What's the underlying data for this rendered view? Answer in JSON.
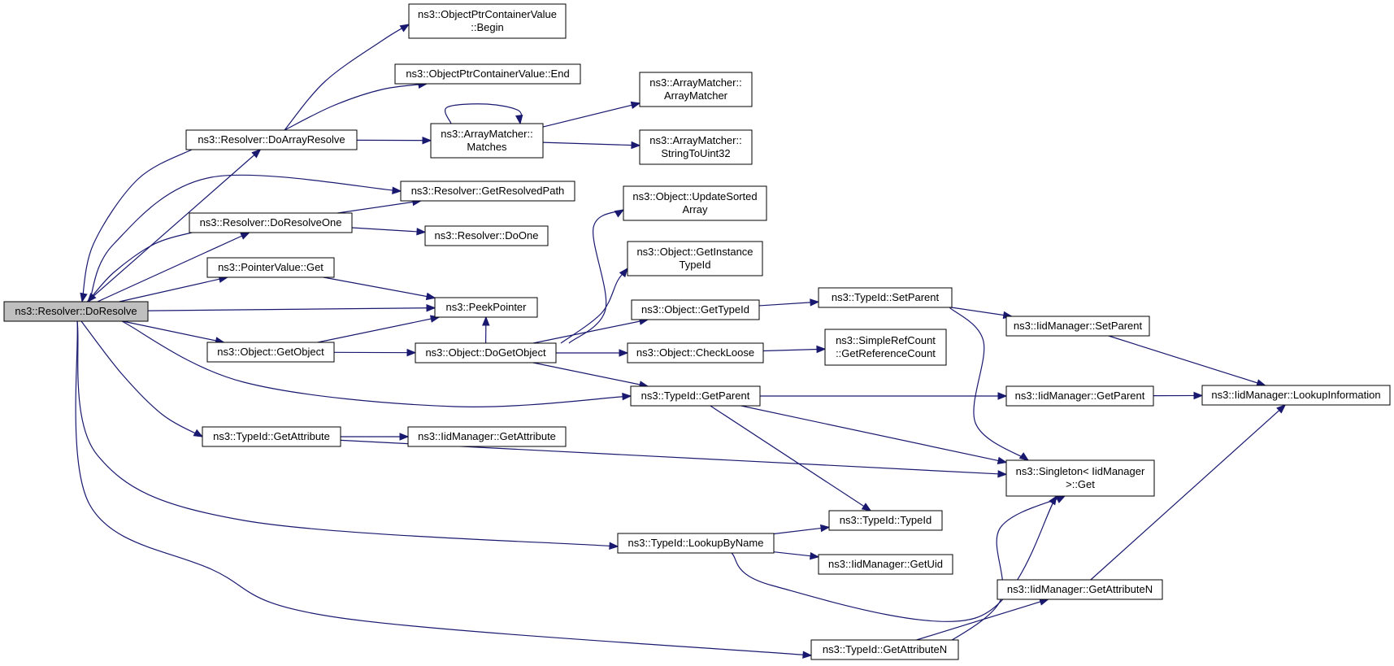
{
  "graph": {
    "edge_color": "#191970",
    "root_fill": "#bfbfbf",
    "nodes": [
      {
        "id": "doresolve",
        "lines": [
          "ns3::Resolver::DoResolve"
        ],
        "root": true
      },
      {
        "id": "ocv_begin",
        "lines": [
          "ns3::ObjectPtrContainerValue",
          "::Begin"
        ]
      },
      {
        "id": "ocv_end",
        "lines": [
          "ns3::ObjectPtrContainerValue::End"
        ]
      },
      {
        "id": "doarrayresolve",
        "lines": [
          "ns3::Resolver::DoArrayResolve"
        ]
      },
      {
        "id": "am_matches",
        "lines": [
          "ns3::ArrayMatcher::",
          "Matches"
        ]
      },
      {
        "id": "am_ctor",
        "lines": [
          "ns3::ArrayMatcher::",
          "ArrayMatcher"
        ]
      },
      {
        "id": "am_stoi",
        "lines": [
          "ns3::ArrayMatcher::",
          "StringToUint32"
        ]
      },
      {
        "id": "getresolvedpath",
        "lines": [
          "ns3::Resolver::GetResolvedPath"
        ]
      },
      {
        "id": "doresolveone",
        "lines": [
          "ns3::Resolver::DoResolveOne"
        ]
      },
      {
        "id": "doone",
        "lines": [
          "ns3::Resolver::DoOne"
        ]
      },
      {
        "id": "pv_get",
        "lines": [
          "ns3::PointerValue::Get"
        ]
      },
      {
        "id": "peekpointer",
        "lines": [
          "ns3::PeekPointer"
        ]
      },
      {
        "id": "updatesorted",
        "lines": [
          "ns3::Object::UpdateSorted",
          "Array"
        ]
      },
      {
        "id": "getinstancetypeid",
        "lines": [
          "ns3::Object::GetInstance",
          "TypeId"
        ]
      },
      {
        "id": "obj_gettypeid",
        "lines": [
          "ns3::Object::GetTypeId"
        ]
      },
      {
        "id": "obj_getobject",
        "lines": [
          "ns3::Object::GetObject"
        ]
      },
      {
        "id": "dogetobject",
        "lines": [
          "ns3::Object::DoGetObject"
        ]
      },
      {
        "id": "checkloose",
        "lines": [
          "ns3::Object::CheckLoose"
        ]
      },
      {
        "id": "tid_setparent",
        "lines": [
          "ns3::TypeId::SetParent"
        ]
      },
      {
        "id": "src_getrefcount",
        "lines": [
          "ns3::SimpleRefCount",
          "::GetReferenceCount"
        ]
      },
      {
        "id": "iid_setparent",
        "lines": [
          "ns3::IidManager::SetParent"
        ]
      },
      {
        "id": "tid_getparent",
        "lines": [
          "ns3::TypeId::GetParent"
        ]
      },
      {
        "id": "iid_getparent",
        "lines": [
          "ns3::IidManager::GetParent"
        ]
      },
      {
        "id": "iid_lookupinfo",
        "lines": [
          "ns3::IidManager::LookupInformation"
        ]
      },
      {
        "id": "tid_getattribute",
        "lines": [
          "ns3::TypeId::GetAttribute"
        ]
      },
      {
        "id": "iid_getattribute",
        "lines": [
          "ns3::IidManager::GetAttribute"
        ]
      },
      {
        "id": "singleton_get",
        "lines": [
          "ns3::Singleton< IidManager",
          ">::Get"
        ]
      },
      {
        "id": "tid_typeid",
        "lines": [
          "ns3::TypeId::TypeId"
        ]
      },
      {
        "id": "tid_lookupbyname",
        "lines": [
          "ns3::TypeId::LookupByName"
        ]
      },
      {
        "id": "iid_getuid",
        "lines": [
          "ns3::IidManager::GetUid"
        ]
      },
      {
        "id": "iid_getattributen",
        "lines": [
          "ns3::IidManager::GetAttributeN"
        ]
      },
      {
        "id": "tid_getattributen",
        "lines": [
          "ns3::TypeId::GetAttributeN"
        ]
      }
    ],
    "edges": [
      [
        "doresolve",
        "doarrayresolve"
      ],
      [
        "doresolve",
        "getresolvedpath"
      ],
      [
        "doresolve",
        "doresolveone"
      ],
      [
        "doresolve",
        "pv_get"
      ],
      [
        "doresolve",
        "peekpointer"
      ],
      [
        "doresolve",
        "obj_getobject"
      ],
      [
        "doresolve",
        "tid_getparent"
      ],
      [
        "doresolve",
        "tid_getattribute"
      ],
      [
        "doresolve",
        "tid_lookupbyname"
      ],
      [
        "doresolve",
        "tid_getattributen"
      ],
      [
        "doarrayresolve",
        "ocv_begin"
      ],
      [
        "doarrayresolve",
        "ocv_end"
      ],
      [
        "doarrayresolve",
        "am_matches"
      ],
      [
        "doarrayresolve",
        "doresolve"
      ],
      [
        "am_matches",
        "am_matches"
      ],
      [
        "am_matches",
        "am_ctor"
      ],
      [
        "am_matches",
        "am_stoi"
      ],
      [
        "doresolveone",
        "getresolvedpath"
      ],
      [
        "doresolveone",
        "doone"
      ],
      [
        "doresolveone",
        "doresolve"
      ],
      [
        "pv_get",
        "peekpointer"
      ],
      [
        "obj_getobject",
        "peekpointer"
      ],
      [
        "obj_getobject",
        "dogetobject"
      ],
      [
        "dogetobject",
        "peekpointer"
      ],
      [
        "dogetobject",
        "updatesorted"
      ],
      [
        "dogetobject",
        "getinstancetypeid"
      ],
      [
        "dogetobject",
        "obj_gettypeid"
      ],
      [
        "dogetobject",
        "checkloose"
      ],
      [
        "dogetobject",
        "tid_getparent"
      ],
      [
        "obj_gettypeid",
        "tid_setparent"
      ],
      [
        "tid_setparent",
        "iid_setparent"
      ],
      [
        "tid_setparent",
        "singleton_get"
      ],
      [
        "iid_setparent",
        "iid_lookupinfo"
      ],
      [
        "checkloose",
        "src_getrefcount"
      ],
      [
        "tid_getparent",
        "iid_getparent"
      ],
      [
        "tid_getparent",
        "singleton_get"
      ],
      [
        "tid_getparent",
        "tid_typeid"
      ],
      [
        "iid_getparent",
        "iid_lookupinfo"
      ],
      [
        "tid_getattribute",
        "iid_getattribute"
      ],
      [
        "tid_getattribute",
        "singleton_get"
      ],
      [
        "tid_lookupbyname",
        "tid_typeid"
      ],
      [
        "tid_lookupbyname",
        "iid_getuid"
      ],
      [
        "tid_lookupbyname",
        "singleton_get"
      ],
      [
        "tid_getattributen",
        "iid_getattributen"
      ],
      [
        "tid_getattributen",
        "singleton_get"
      ],
      [
        "iid_getattributen",
        "iid_lookupinfo"
      ]
    ]
  }
}
